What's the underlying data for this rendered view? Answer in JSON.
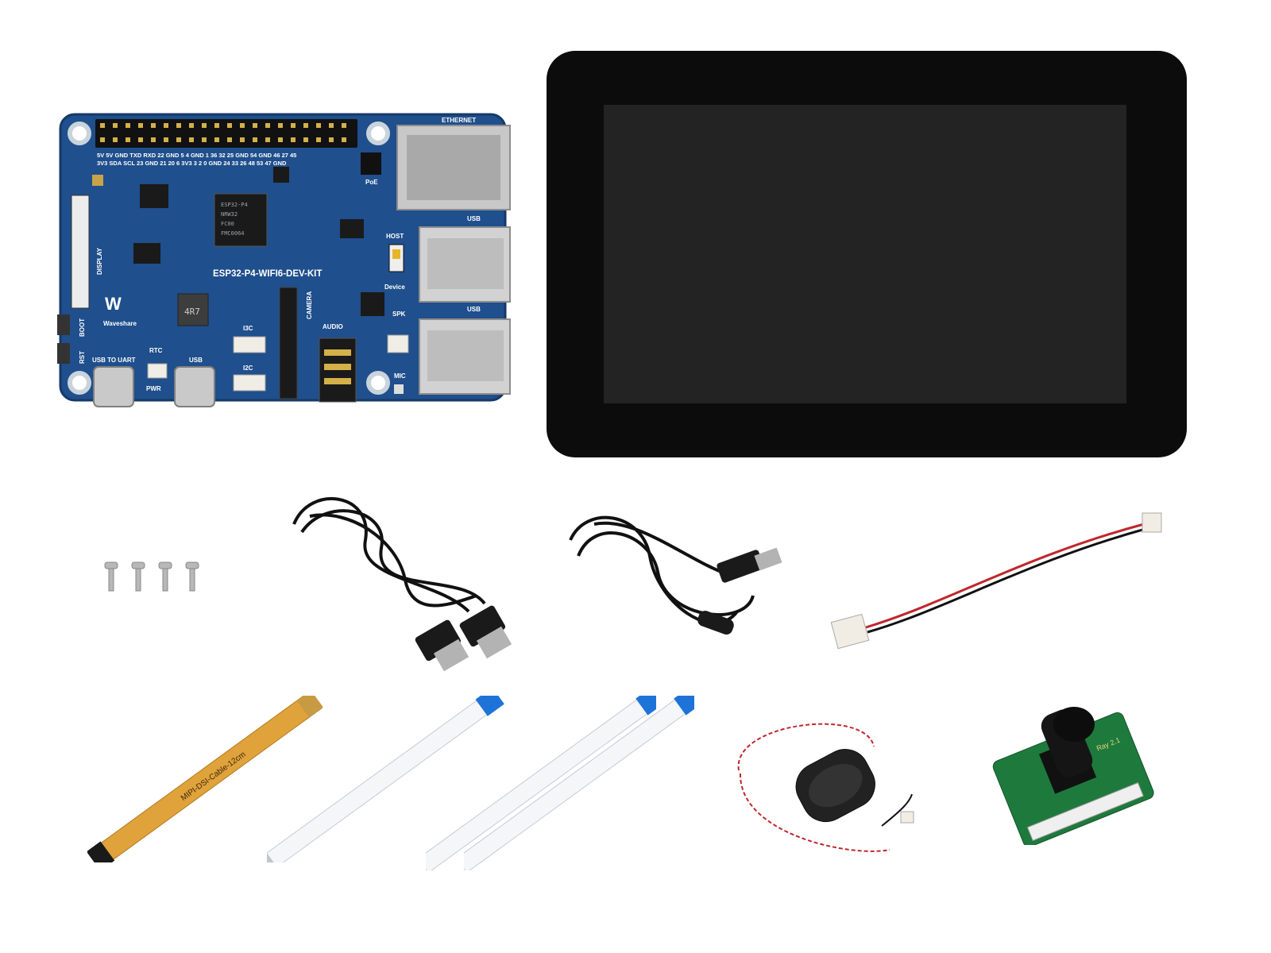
{
  "board": {
    "model": "ESP32-P4-WIFI6-DEV-KIT",
    "brand": "Waveshare",
    "chip_line1": "ESP32-P4",
    "chip_line2": "NRW32",
    "chip_line3": "FC00",
    "chip_line4": "FMC0064",
    "inductor": "4R7",
    "header_top_row": "5V  5V GND TXD RXD 22  GND  5   4  GND  1   36  32  25 GND 54 GND 46  27  45",
    "header_bottom_row": "3V3 SDA SCL 23 GND 21  20  6  3V3  3   2   0 GND 24  33  26  48  53  47 GND",
    "labels": {
      "ethernet": "ETHERNET",
      "poe": "PoE",
      "usb_top": "USB",
      "usb_bottom": "USB",
      "host": "HOST",
      "device": "Device",
      "display": "DISPLAY",
      "camera": "CAMERA",
      "audio": "AUDIO",
      "spk": "SPK",
      "mic": "MIC",
      "i3c": "I3C",
      "i2c": "I2C",
      "rtc": "RTC",
      "pwr": "PWR",
      "usb_to_uart": "USB TO UART",
      "usb_c": "USB",
      "boot": "BOOT",
      "rst": "RST"
    }
  },
  "accessories": {
    "mipi_cable_label": "MIPI-DSI-Cable-12cm",
    "camera_label": "Ray 2.1"
  },
  "colors": {
    "pcb_blue": "#1f4f8c",
    "screen_bezel": "#0c0c0c",
    "screen_panel": "#232323",
    "cable_orange": "#e0a23a",
    "camera_pcb": "#1e7a3c"
  }
}
